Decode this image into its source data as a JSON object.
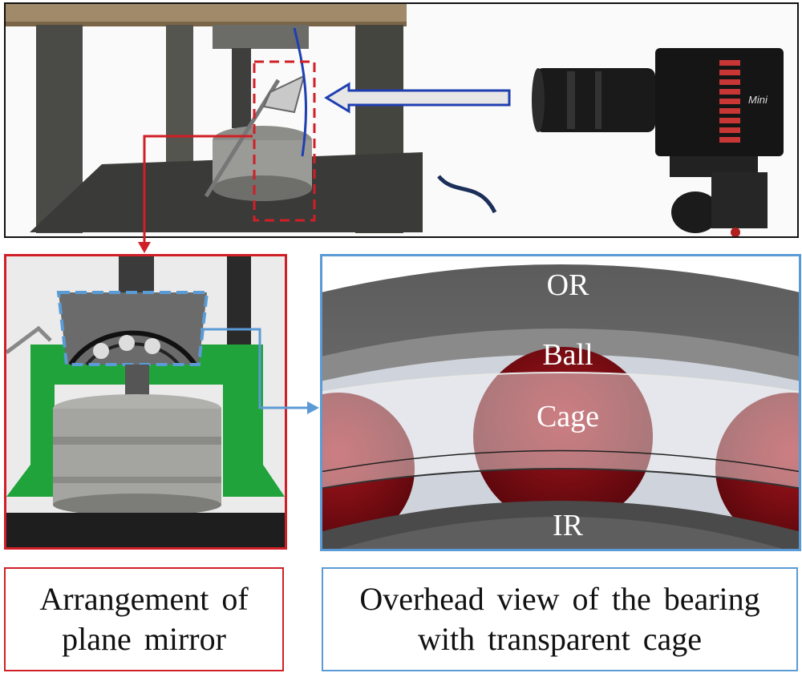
{
  "labels": {
    "outer_ring": "OR",
    "ball": "Ball",
    "cage": "Cage",
    "inner_ring": "IR",
    "camera_brand": "Mini"
  },
  "captions": {
    "left_line1": "Arrangement  of",
    "left_line2": "plane mirror",
    "right_line1": "Overhead  view of the bearing",
    "right_line2": "with transparent  cage"
  },
  "colors": {
    "red_frame": "#d01f26",
    "blue_frame": "#5b9bd5",
    "arrow_blue": "#1f3fb0",
    "ball_red": "#8b0d14",
    "ring_gray": "#5a5a5a"
  }
}
